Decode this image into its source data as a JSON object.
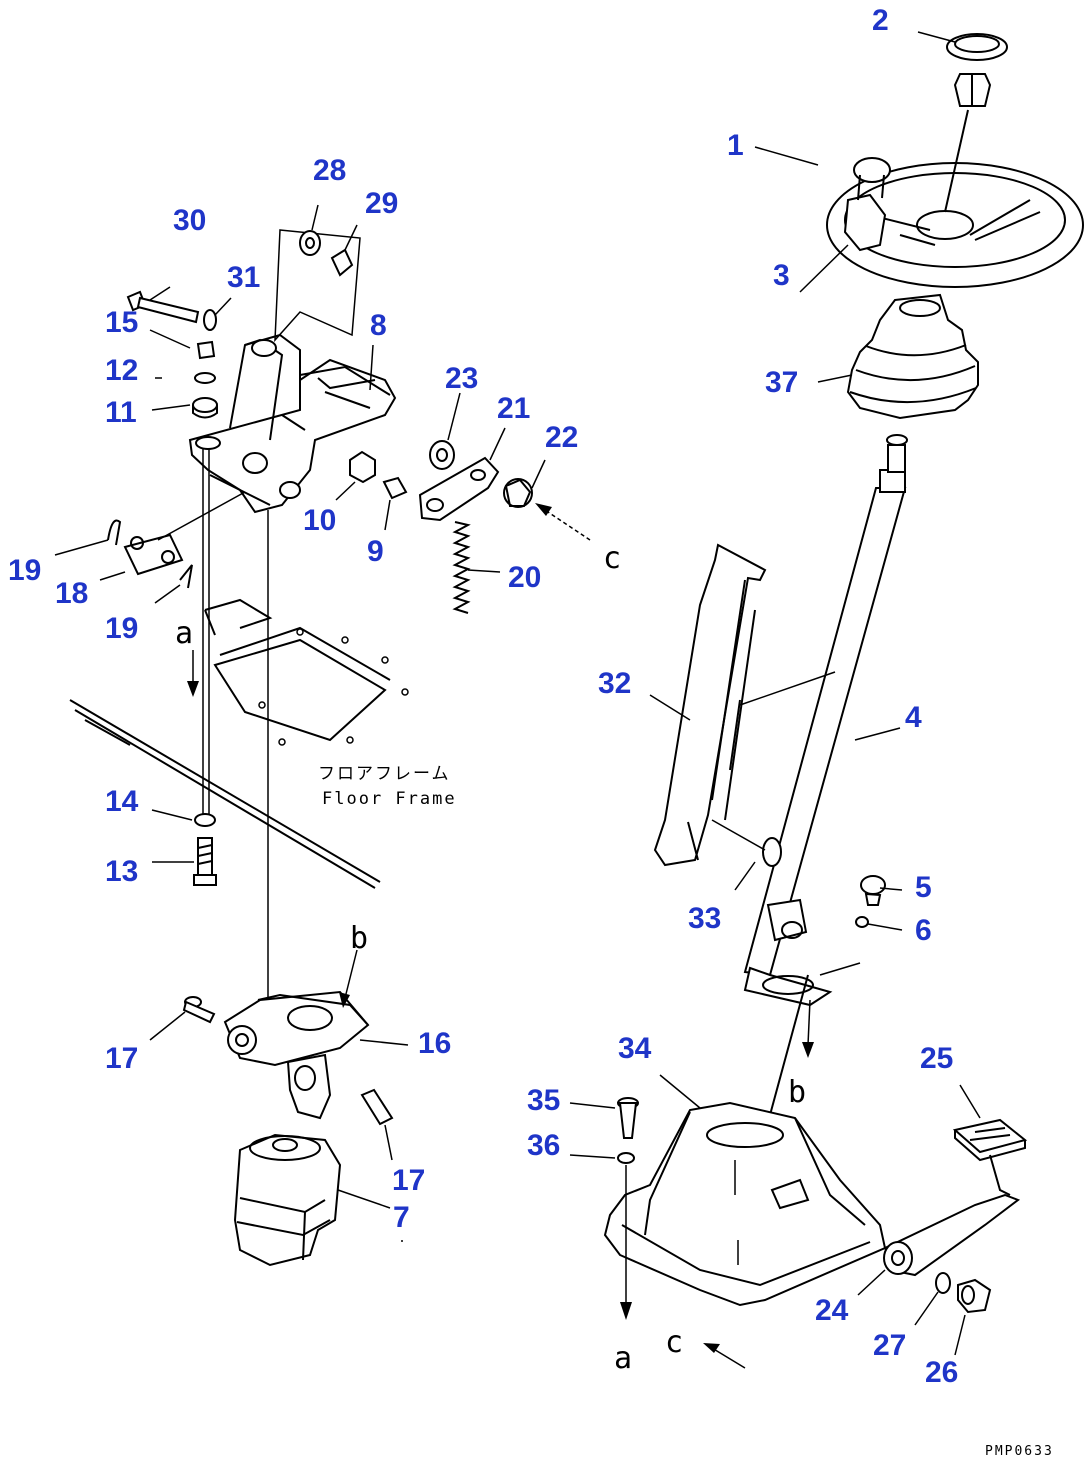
{
  "part_labels": {
    "p1": "1",
    "p2": "2",
    "p3": "3",
    "p4": "4",
    "p5": "5",
    "p6": "6",
    "p7": "7",
    "p8": "8",
    "p9": "9",
    "p10": "10",
    "p11": "11",
    "p12": "12",
    "p13": "13",
    "p14": "14",
    "p15": "15",
    "p16": "16",
    "p17a": "17",
    "p17b": "17",
    "p18": "18",
    "p19a": "19",
    "p19b": "19",
    "p20": "20",
    "p21": "21",
    "p22": "22",
    "p23": "23",
    "p24": "24",
    "p25": "25",
    "p26": "26",
    "p27": "27",
    "p28": "28",
    "p29": "29",
    "p30": "30",
    "p31": "31",
    "p32": "32",
    "p33": "33",
    "p34": "34",
    "p35": "35",
    "p36": "36",
    "p37": "37"
  },
  "ref_letters": {
    "a_top": "a",
    "a_bottom": "a",
    "b_top": "b",
    "b_bottom": "b",
    "c_right": "c",
    "c_bottom": "c"
  },
  "floor_note": {
    "japanese": "フロアフレーム",
    "english": "Floor Frame"
  },
  "drawing_code": "PMP0633",
  "colors": {
    "label": "#1f35c8",
    "line": "#000000",
    "background": "#ffffff"
  }
}
